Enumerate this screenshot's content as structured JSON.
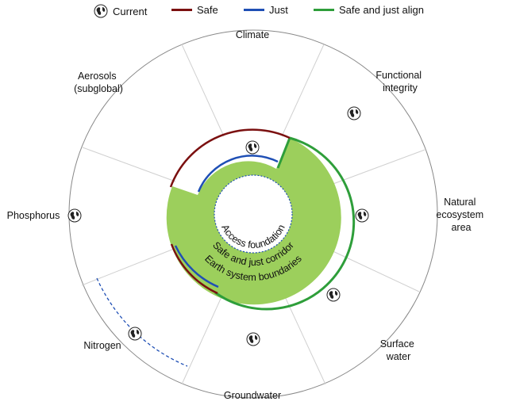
{
  "legend": {
    "current": "Current",
    "safe": "Safe",
    "just": "Just",
    "align": "Safe and just align"
  },
  "colors": {
    "safe": "#7b1010",
    "just": "#1f4fb5",
    "align_fill": "#9ccf5c",
    "align_line": "#2e9e3a",
    "outer_circle": "#888888",
    "spokes": "#cfcfcf"
  },
  "sectors": [
    {
      "lines": [
        "Climate"
      ]
    },
    {
      "lines": [
        "Functional",
        "integrity"
      ]
    },
    {
      "lines": [
        "Natural",
        "ecosystem",
        "area"
      ]
    },
    {
      "lines": [
        "Surface",
        "water"
      ]
    },
    {
      "lines": [
        "Groundwater"
      ]
    },
    {
      "lines": [
        "Nitrogen"
      ]
    },
    {
      "lines": [
        "Phosphorus"
      ]
    },
    {
      "lines": [
        "Aerosols",
        "(subglobal)"
      ]
    }
  ],
  "ring_labels": {
    "access": "Access foundation",
    "corridor": "Safe and just corridor",
    "earth": "Earth system boundaries"
  },
  "icons": {
    "globe": "globe-icon"
  }
}
